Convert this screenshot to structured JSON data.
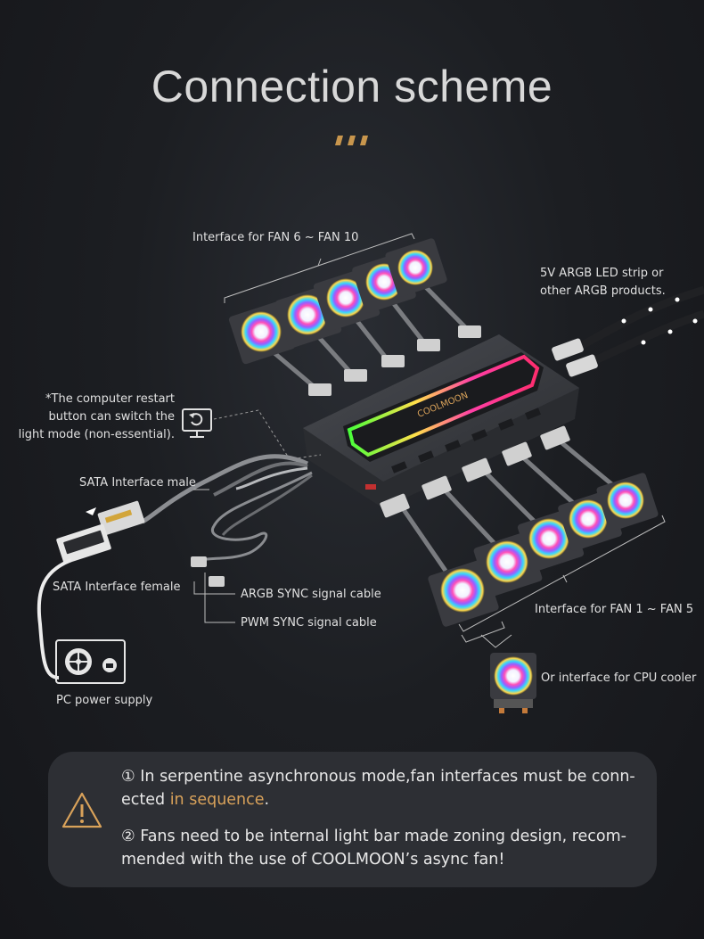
{
  "title": "Connection scheme",
  "labels": {
    "fan_6_10": "Interface for FAN 6 ~ FAN 10",
    "argb_strip_line1": "5V ARGB LED strip or",
    "argb_strip_line2": "other ARGB products.",
    "restart_line1": "*The computer restart",
    "restart_line2": "button can switch the",
    "restart_line3": "light mode  (non-essential).",
    "sata_male": "SATA Interface male",
    "sata_female": "SATA Interface female",
    "argb_sync": "ARGB SYNC signal cable",
    "pwm_sync": "PWM SYNC signal cable",
    "pc_power": "PC power supply",
    "fan_1_5": "Interface for FAN 1 ~ FAN 5",
    "cpu_cooler": "Or interface for CPU cooler",
    "hub_brand": "COOLMOON"
  },
  "notes": {
    "note1_prefix": "① In serpentine asynchronous mode,fan interfaces must be conn-ected ",
    "note1_highlight": "in sequence",
    "note1_suffix": ".",
    "note2": "② Fans need to be internal light bar made zoning design, recom-mended with the use of COOLMOON’s async fan!"
  },
  "colors": {
    "accent": "#d9a25a",
    "background": "#1c1e22",
    "note_panel": "#2d2f34"
  },
  "icons": [
    "restart-monitor-icon",
    "warning-icon",
    "power-supply-icon",
    "cpu-cooler-icon"
  ]
}
